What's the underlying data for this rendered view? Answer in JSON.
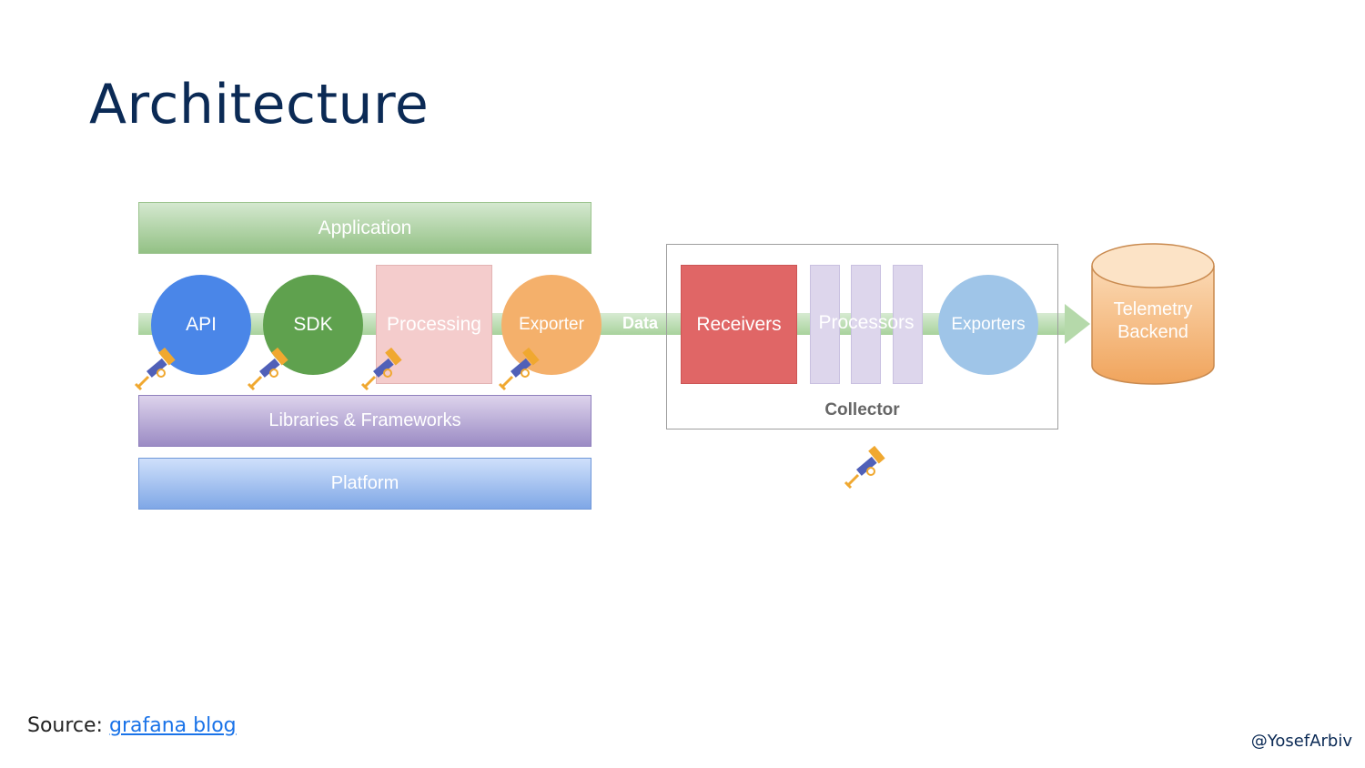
{
  "title": "Architecture",
  "diagram": {
    "application": "Application",
    "api": "API",
    "sdk": "SDK",
    "processing": "Processing",
    "exporter": "Exporter",
    "data": "Data",
    "libraries": "Libraries & Frameworks",
    "platform": "Platform",
    "receivers": "Receivers",
    "processors": "Processors",
    "exporters": "Exporters",
    "collector": "Collector",
    "backend_line1": "Telemetry",
    "backend_line2": "Backend"
  },
  "footer": {
    "source_prefix": "Source:",
    "source_link": "grafana blog",
    "handle": "@YosefArbiv"
  },
  "colors": {
    "title": "#0b2a55",
    "api": "#4a86e8",
    "sdk": "#5fa14e",
    "exporter": "#f4b06b",
    "receivers": "#e06666",
    "backend": "#f4b06b",
    "link": "#1a73e8"
  },
  "icons": [
    "telescope-icon"
  ]
}
